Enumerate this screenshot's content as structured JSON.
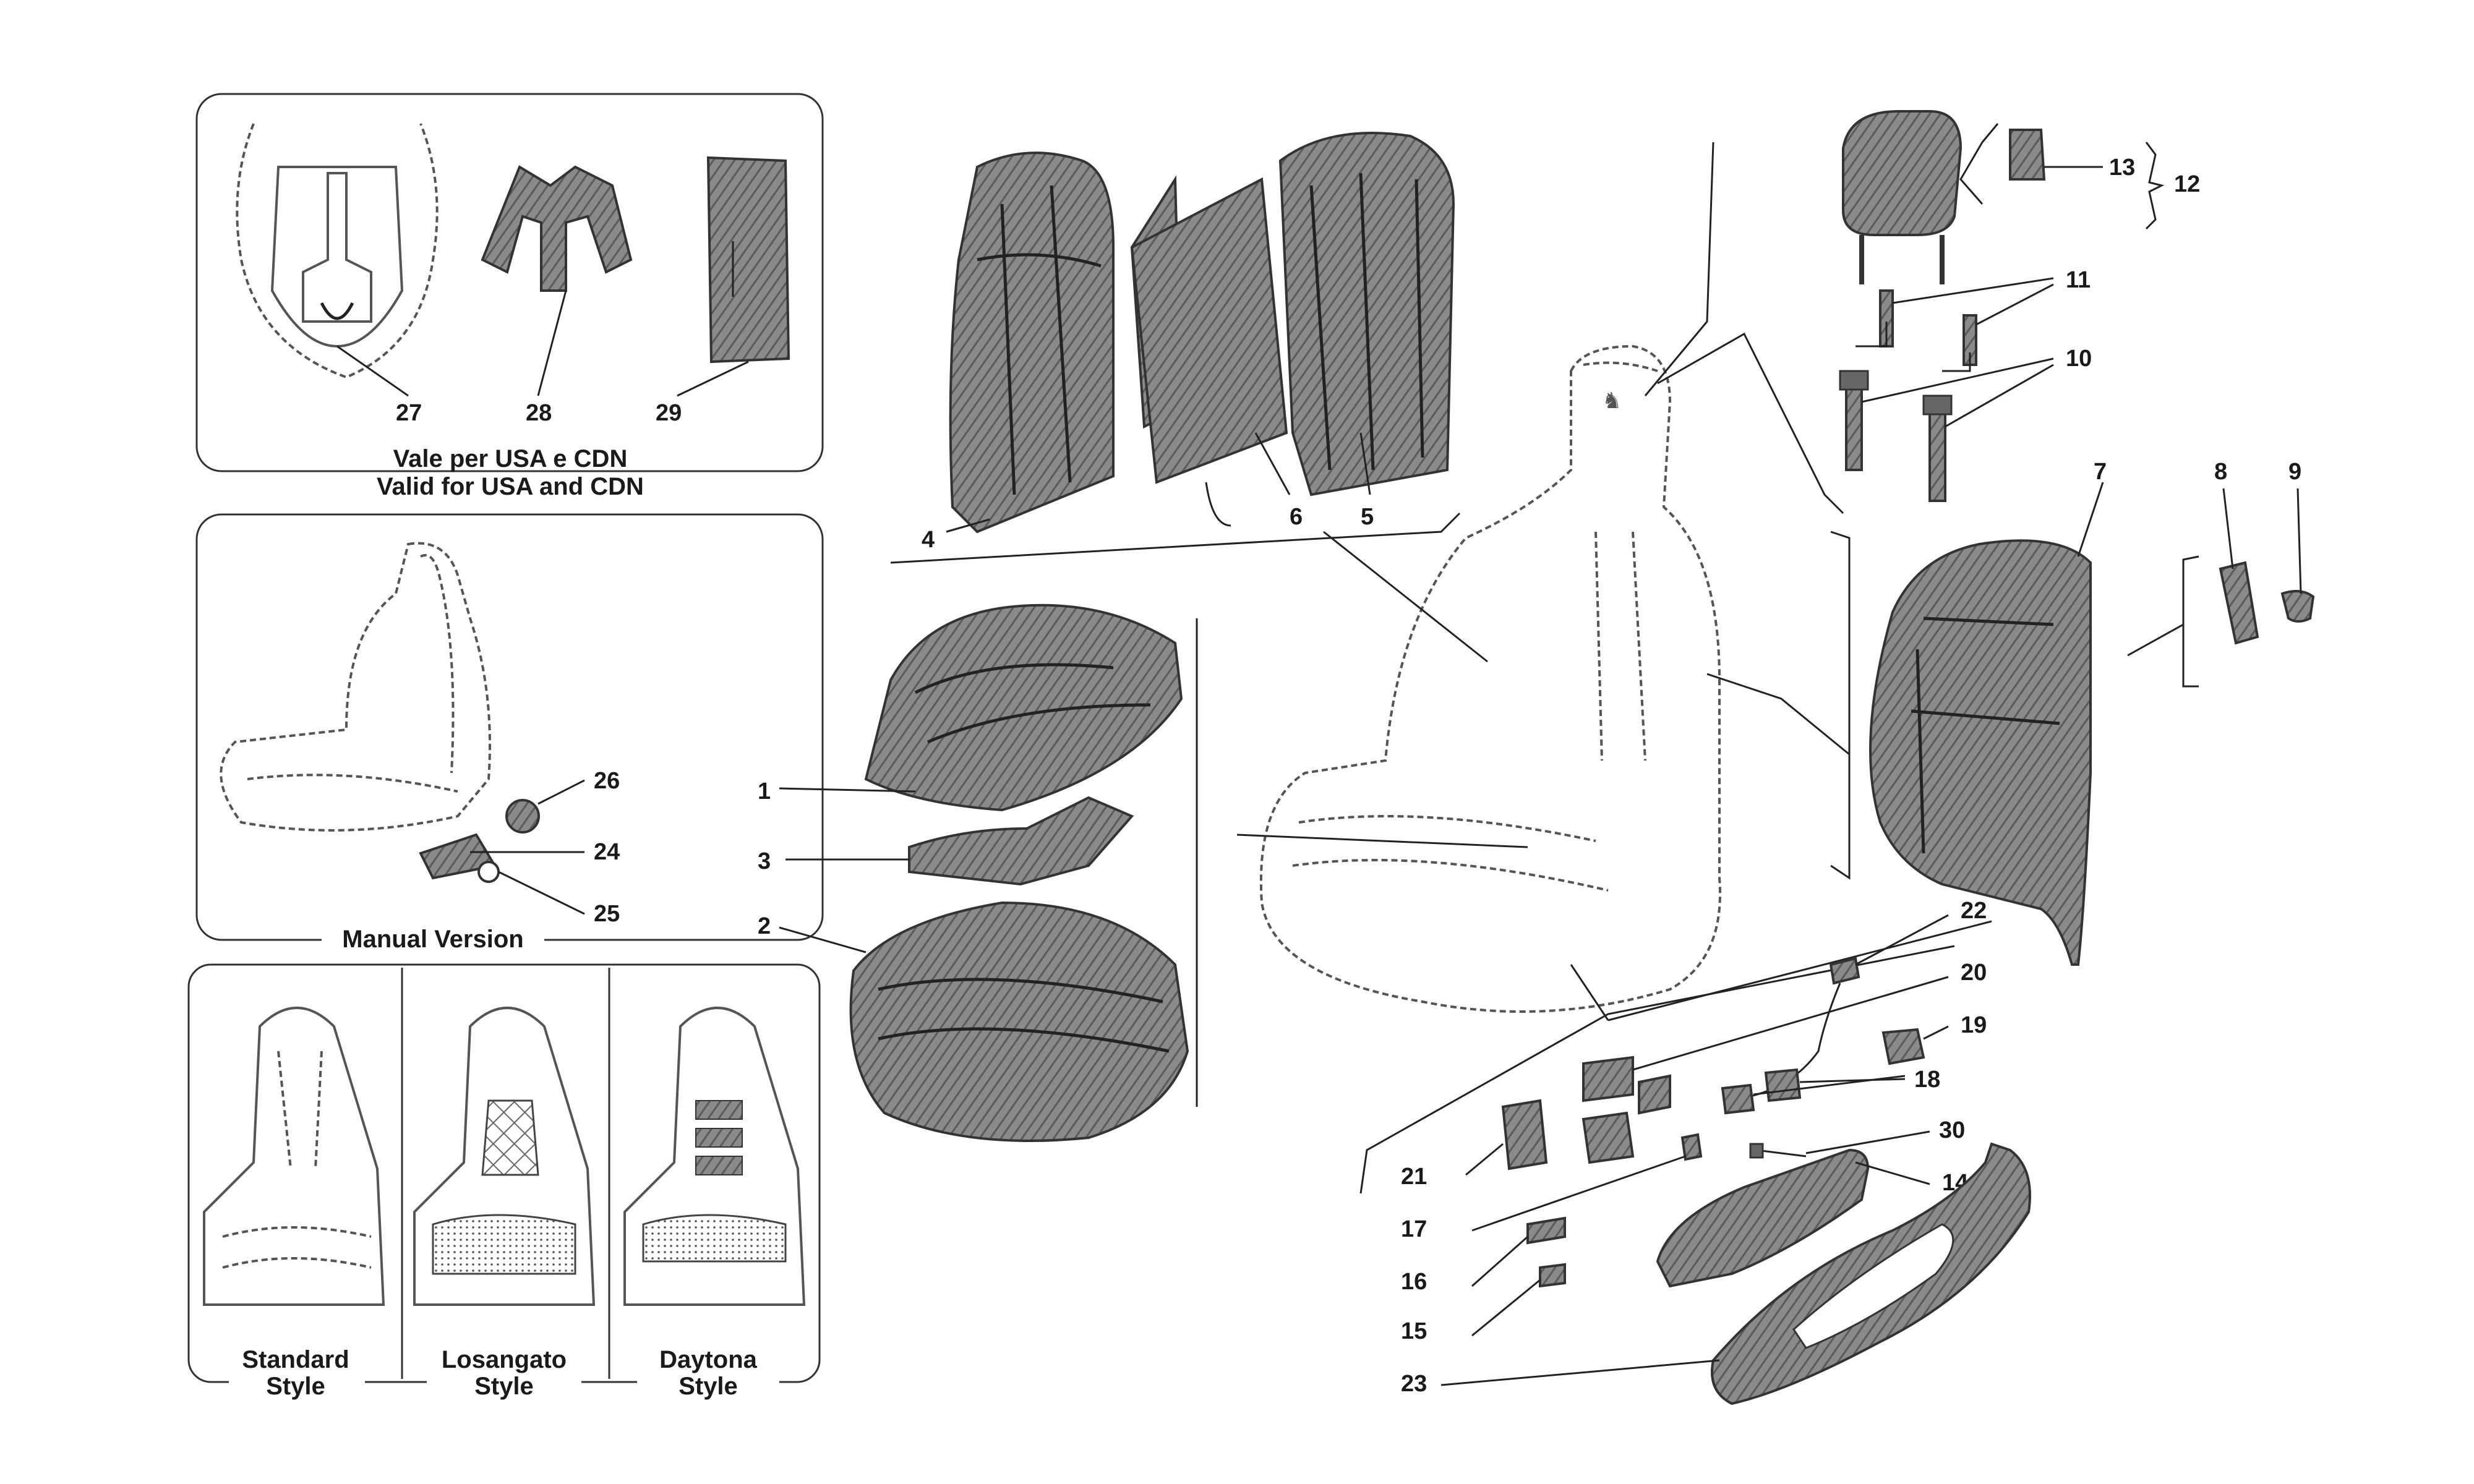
{
  "captions": {
    "usa_line1": "Vale per USA e CDN",
    "usa_line2": "Valid for USA and CDN",
    "manual": "Manual Version",
    "standard_line1": "Standard",
    "standard_line2": "Style",
    "losangato_line1": "Losangato",
    "losangato_line2": "Style",
    "daytona_line1": "Daytona",
    "daytona_line2": "Style"
  },
  "callouts": {
    "n1": "1",
    "n2": "2",
    "n3": "3",
    "n4": "4",
    "n5": "5",
    "n6": "6",
    "n7": "7",
    "n8": "8",
    "n9": "9",
    "n10": "10",
    "n11": "11",
    "n12": "12",
    "n13": "13",
    "n14": "14",
    "n15": "15",
    "n16": "16",
    "n17": "17",
    "n18": "18",
    "n19": "19",
    "n20": "20",
    "n21": "21",
    "n22": "22",
    "n23": "23",
    "n24": "24",
    "n25": "25",
    "n26": "26",
    "n27": "27",
    "n28": "28",
    "n29": "29",
    "n30": "30"
  },
  "colors": {
    "line": "#222222",
    "hatch_base": "#8a8a8a",
    "hatch_dark": "#5a5a5a",
    "paper": "#ffffff"
  }
}
